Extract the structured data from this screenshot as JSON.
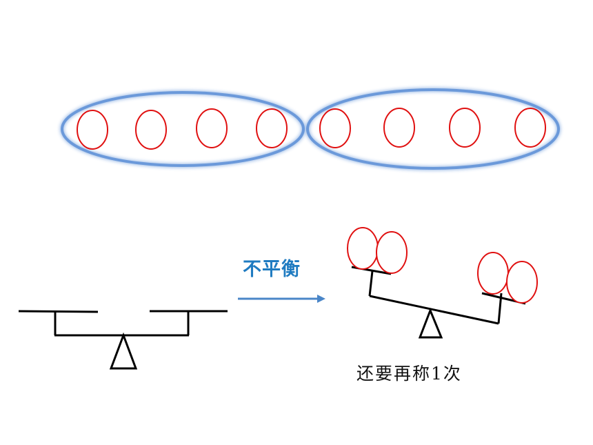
{
  "arrow_label": "不平衡",
  "result_note": "还要再称1次",
  "groups": [
    {
      "name": "group-left",
      "ball_count": 4
    },
    {
      "name": "group-right",
      "ball_count": 4
    }
  ],
  "tilted_scale": {
    "left_pan_balls": 2,
    "right_pan_balls": 2
  },
  "colors": {
    "ball_stroke": "#e01010",
    "group_stroke": "#5b8fd6",
    "arrow": "#4a86c8",
    "label_accent": "#1f7bc1",
    "scale_stroke": "#000000"
  }
}
